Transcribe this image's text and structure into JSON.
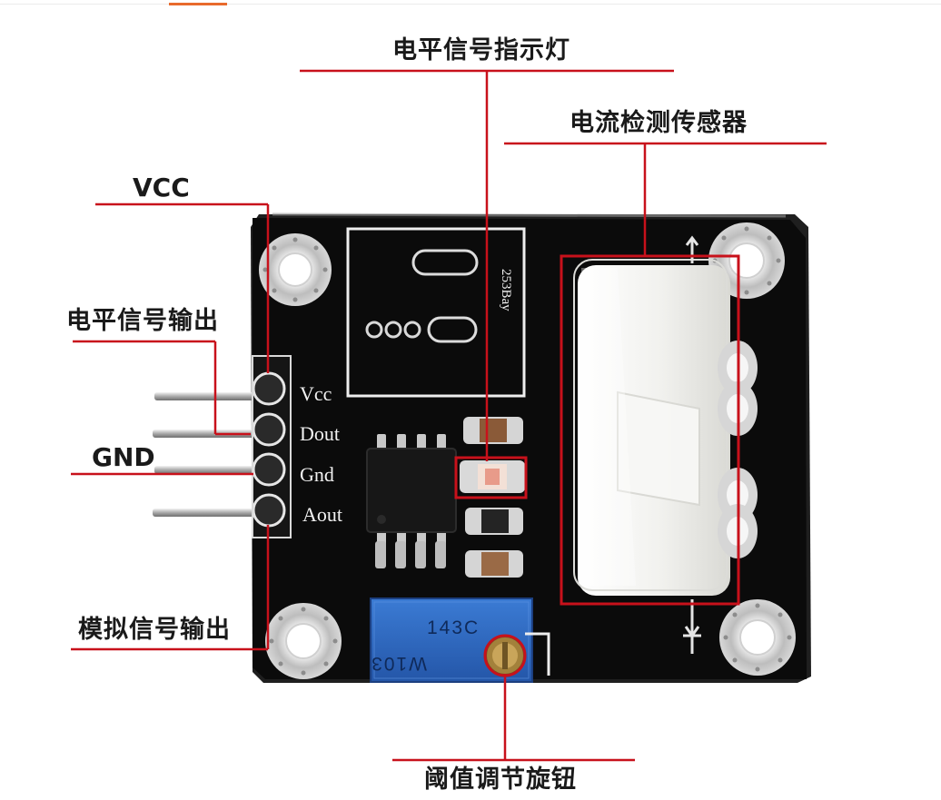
{
  "colors": {
    "callout_line": "#c8111b",
    "pcb": "#0b0b0b",
    "silkscreen": "#f2f2f2",
    "pot_blue": "#2f6dc6",
    "sensor_white": "#efefec"
  },
  "labels": {
    "led_indicator": "电平信号指示灯",
    "current_sensor": "电流检测传感器",
    "vcc": "VCC",
    "digital_output": "电平信号输出",
    "gnd": "GND",
    "analog_output": "模拟信号输出",
    "threshold_knob": "阈值调节旋钮"
  },
  "silkscreen": {
    "pin_vcc": "Vcc",
    "pin_dout": "Dout",
    "pin_gnd": "Gnd",
    "pin_aout": "Aout",
    "module_code": "253Bay",
    "pot_code_1": "143C",
    "pot_code_2": "W103"
  }
}
